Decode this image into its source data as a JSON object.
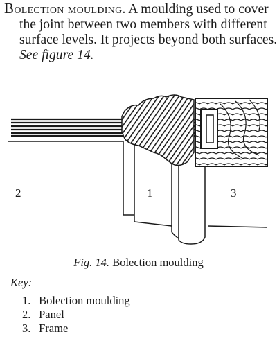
{
  "entry": {
    "headword_first": "B",
    "headword_rest": "olection moulding",
    "definition": ". A moulding used to cover the joint between two members with different surface levels. It projects beyond both surfaces. ",
    "see_ref": "See figure 14."
  },
  "figure": {
    "labels": [
      "2",
      "1",
      "3"
    ]
  },
  "caption": {
    "fig_label": "Fig. 14.",
    "text": " Bolection moulding"
  },
  "key": {
    "title": "Key:",
    "items": [
      {
        "num": "1.",
        "label": "Bolection moulding"
      },
      {
        "num": "2.",
        "label": "Panel"
      },
      {
        "num": "3.",
        "label": "Frame"
      }
    ]
  }
}
